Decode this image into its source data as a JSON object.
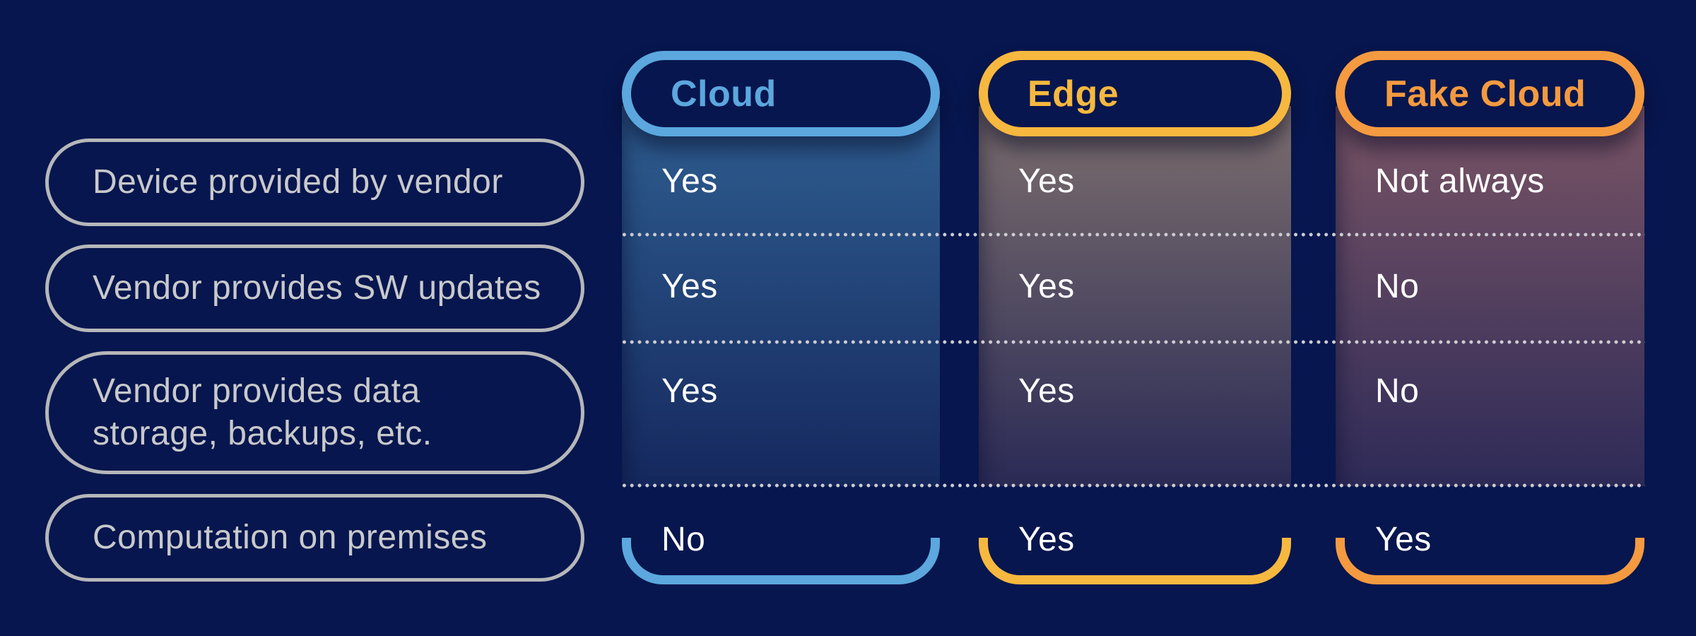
{
  "theme": {
    "background": "#07164E",
    "cloud_accent": "#5BA7DE",
    "edge_accent": "#F6B83F",
    "fake_cloud_accent": "#F49A40",
    "label_text": "#C8C9CB",
    "label_border": "#B6B7B9",
    "value_text": "#FFFFFF",
    "dot_color": "#CDCDD2",
    "cloud_gradient_top": "#2F5E90",
    "cloud_gradient_bottom": "#15285E",
    "edge_gradient_top": "#7D6F6E",
    "edge_gradient_bottom": "#2A2A56",
    "fake_cloud_gradient_top": "#7A5565",
    "fake_cloud_gradient_bottom": "#2D2A58"
  },
  "rows": [
    {
      "label": "Device provided by vendor"
    },
    {
      "label": "Vendor provides SW updates"
    },
    {
      "label": "Vendor provides data storage, backups, etc."
    },
    {
      "label": "Computation on premises"
    }
  ],
  "columns": [
    {
      "header": "Cloud",
      "cells": [
        "Yes",
        "Yes",
        "Yes",
        "No"
      ]
    },
    {
      "header": "Edge",
      "cells": [
        "Yes",
        "Yes",
        "Yes",
        "Yes"
      ]
    },
    {
      "header": "Fake Cloud",
      "cells": [
        "Not always",
        "No",
        "No",
        "Yes"
      ]
    }
  ],
  "chart_data": {
    "type": "table",
    "row_labels": [
      "Device provided by vendor",
      "Vendor provides SW updates",
      "Vendor provides data storage, backups, etc.",
      "Computation on premises"
    ],
    "column_headers": [
      "Cloud",
      "Edge",
      "Fake Cloud"
    ],
    "values": [
      [
        "Yes",
        "Yes",
        "Not always"
      ],
      [
        "Yes",
        "Yes",
        "No"
      ],
      [
        "Yes",
        "Yes",
        "No"
      ],
      [
        "No",
        "Yes",
        "Yes"
      ]
    ]
  }
}
